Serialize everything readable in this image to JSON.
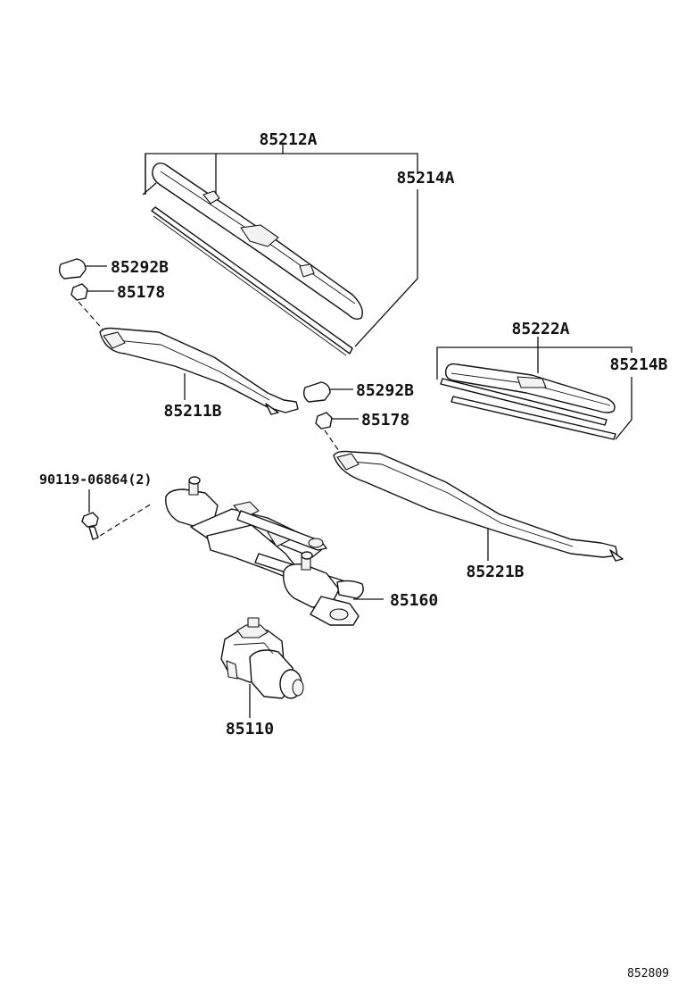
{
  "labels": {
    "p85212A": "85212A",
    "p85214A": "85214A",
    "p85292B_1": "85292B",
    "p85178_1": "85178",
    "p85211B": "85211B",
    "p85222A": "85222A",
    "p85214B": "85214B",
    "p85292B_2": "85292B",
    "p85178_2": "85178",
    "p90119": "90119-06864(2)",
    "p85221B": "85221B",
    "p85160": "85160",
    "p85110": "85110"
  },
  "diagram_ref": "852809"
}
